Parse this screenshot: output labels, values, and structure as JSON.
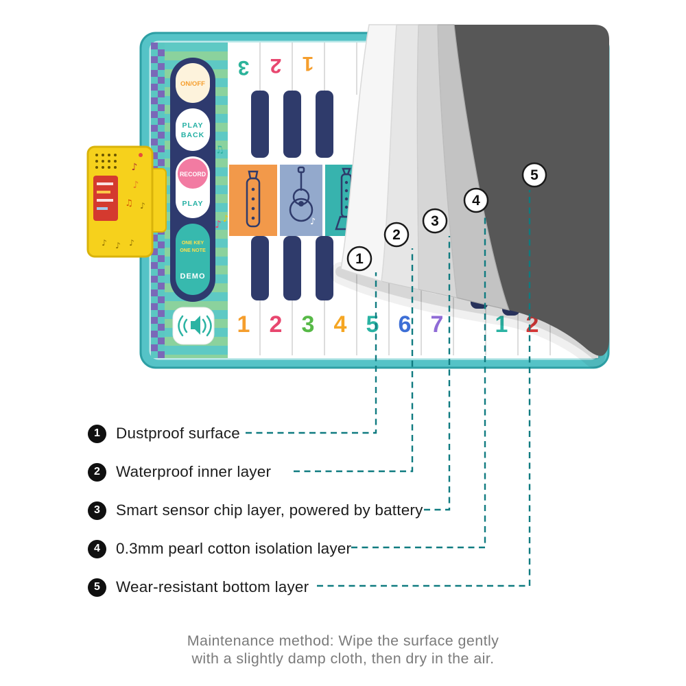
{
  "mat": {
    "controls": {
      "on_off": "ON/OFF",
      "play": "PLAY",
      "back": "BACK",
      "record": "RECORD",
      "play2": "PLAY",
      "one_key": "ONE KEY",
      "one_note": "ONE NOTE",
      "demo": "DEMO"
    },
    "top_keys": [
      {
        "label": "3",
        "color": "#2bb39a"
      },
      {
        "label": "2",
        "color": "#e8476f"
      },
      {
        "label": "1",
        "color": "#f59e2d"
      }
    ],
    "bottom_keys": [
      {
        "label": "1",
        "color": "#f59e2d"
      },
      {
        "label": "2",
        "color": "#e8476f"
      },
      {
        "label": "3",
        "color": "#57b947"
      },
      {
        "label": "4",
        "color": "#f5a623"
      },
      {
        "label": "5",
        "color": "#2bb3a3"
      },
      {
        "label": "6",
        "color": "#3d6fd6"
      },
      {
        "label": "7",
        "color": "#8f6bd6"
      },
      {
        "label": "1",
        "color": "#2bb3a3"
      },
      {
        "label": "2",
        "color": "#e23b3b"
      }
    ],
    "instruments": [
      "recorder",
      "guitar",
      "clarinet"
    ]
  },
  "callouts": [
    {
      "num": "1"
    },
    {
      "num": "2"
    },
    {
      "num": "3"
    },
    {
      "num": "4"
    },
    {
      "num": "5"
    }
  ],
  "legend": {
    "items": [
      {
        "num": "1",
        "label": "Dustproof surface"
      },
      {
        "num": "2",
        "label": "Waterproof inner layer"
      },
      {
        "num": "3",
        "label": "Smart sensor chip layer, powered by battery"
      },
      {
        "num": "4",
        "label": "0.3mm pearl cotton isolation layer"
      },
      {
        "num": "5",
        "label": "Wear-resistant bottom layer"
      }
    ]
  },
  "footer": {
    "line1": "Maintenance method: Wipe the surface gently",
    "line2": "with a slightly damp cloth, then dry in the air."
  },
  "colors": {
    "mat_border": "#55c3c7",
    "panel_navy": "#2e3a6e",
    "key_navy": "#2f3b6b",
    "connector_teal": "#0f7b80",
    "tile_orange": "#f2994a",
    "tile_bluegray": "#93a9cc",
    "tile_teal": "#37b3ae",
    "battery_yellow": "#f6d11c",
    "layer_dark": "#575757"
  }
}
